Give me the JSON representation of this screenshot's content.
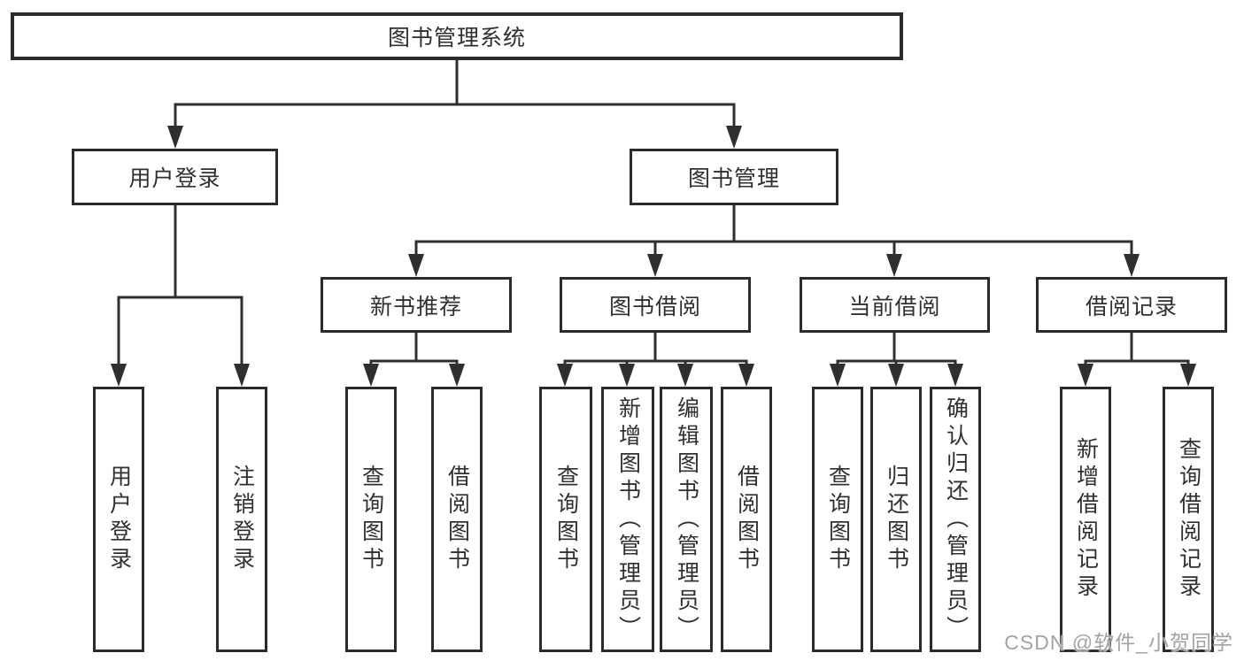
{
  "diagram": {
    "root": {
      "label": "图书管理系统",
      "children": [
        {
          "label": "用户登录",
          "children": [
            {
              "label": "用户登录"
            },
            {
              "label": "注销登录"
            }
          ]
        },
        {
          "label": "图书管理",
          "children": [
            {
              "label": "新书推荐",
              "children": [
                {
                  "label": "查询图书"
                },
                {
                  "label": "借阅图书"
                }
              ]
            },
            {
              "label": "图书借阅",
              "children": [
                {
                  "label": "查询图书"
                },
                {
                  "label": "新增图书（管理员）"
                },
                {
                  "label": "编辑图书（管理员）"
                },
                {
                  "label": "借阅图书"
                }
              ]
            },
            {
              "label": "当前借阅",
              "children": [
                {
                  "label": "查询图书"
                },
                {
                  "label": "归还图书"
                },
                {
                  "label": "确认归还（管理员）"
                }
              ]
            },
            {
              "label": "借阅记录",
              "children": [
                {
                  "label": "新增借阅记录"
                },
                {
                  "label": "查询借阅记录"
                }
              ]
            }
          ]
        }
      ]
    },
    "colors": {
      "line": "#2f2f2f",
      "box_border": "#2b2b2b",
      "text": "#303030",
      "watermark": "#a3a3a3"
    }
  },
  "watermark": {
    "text": "CSDN @软件_小贺同学"
  }
}
